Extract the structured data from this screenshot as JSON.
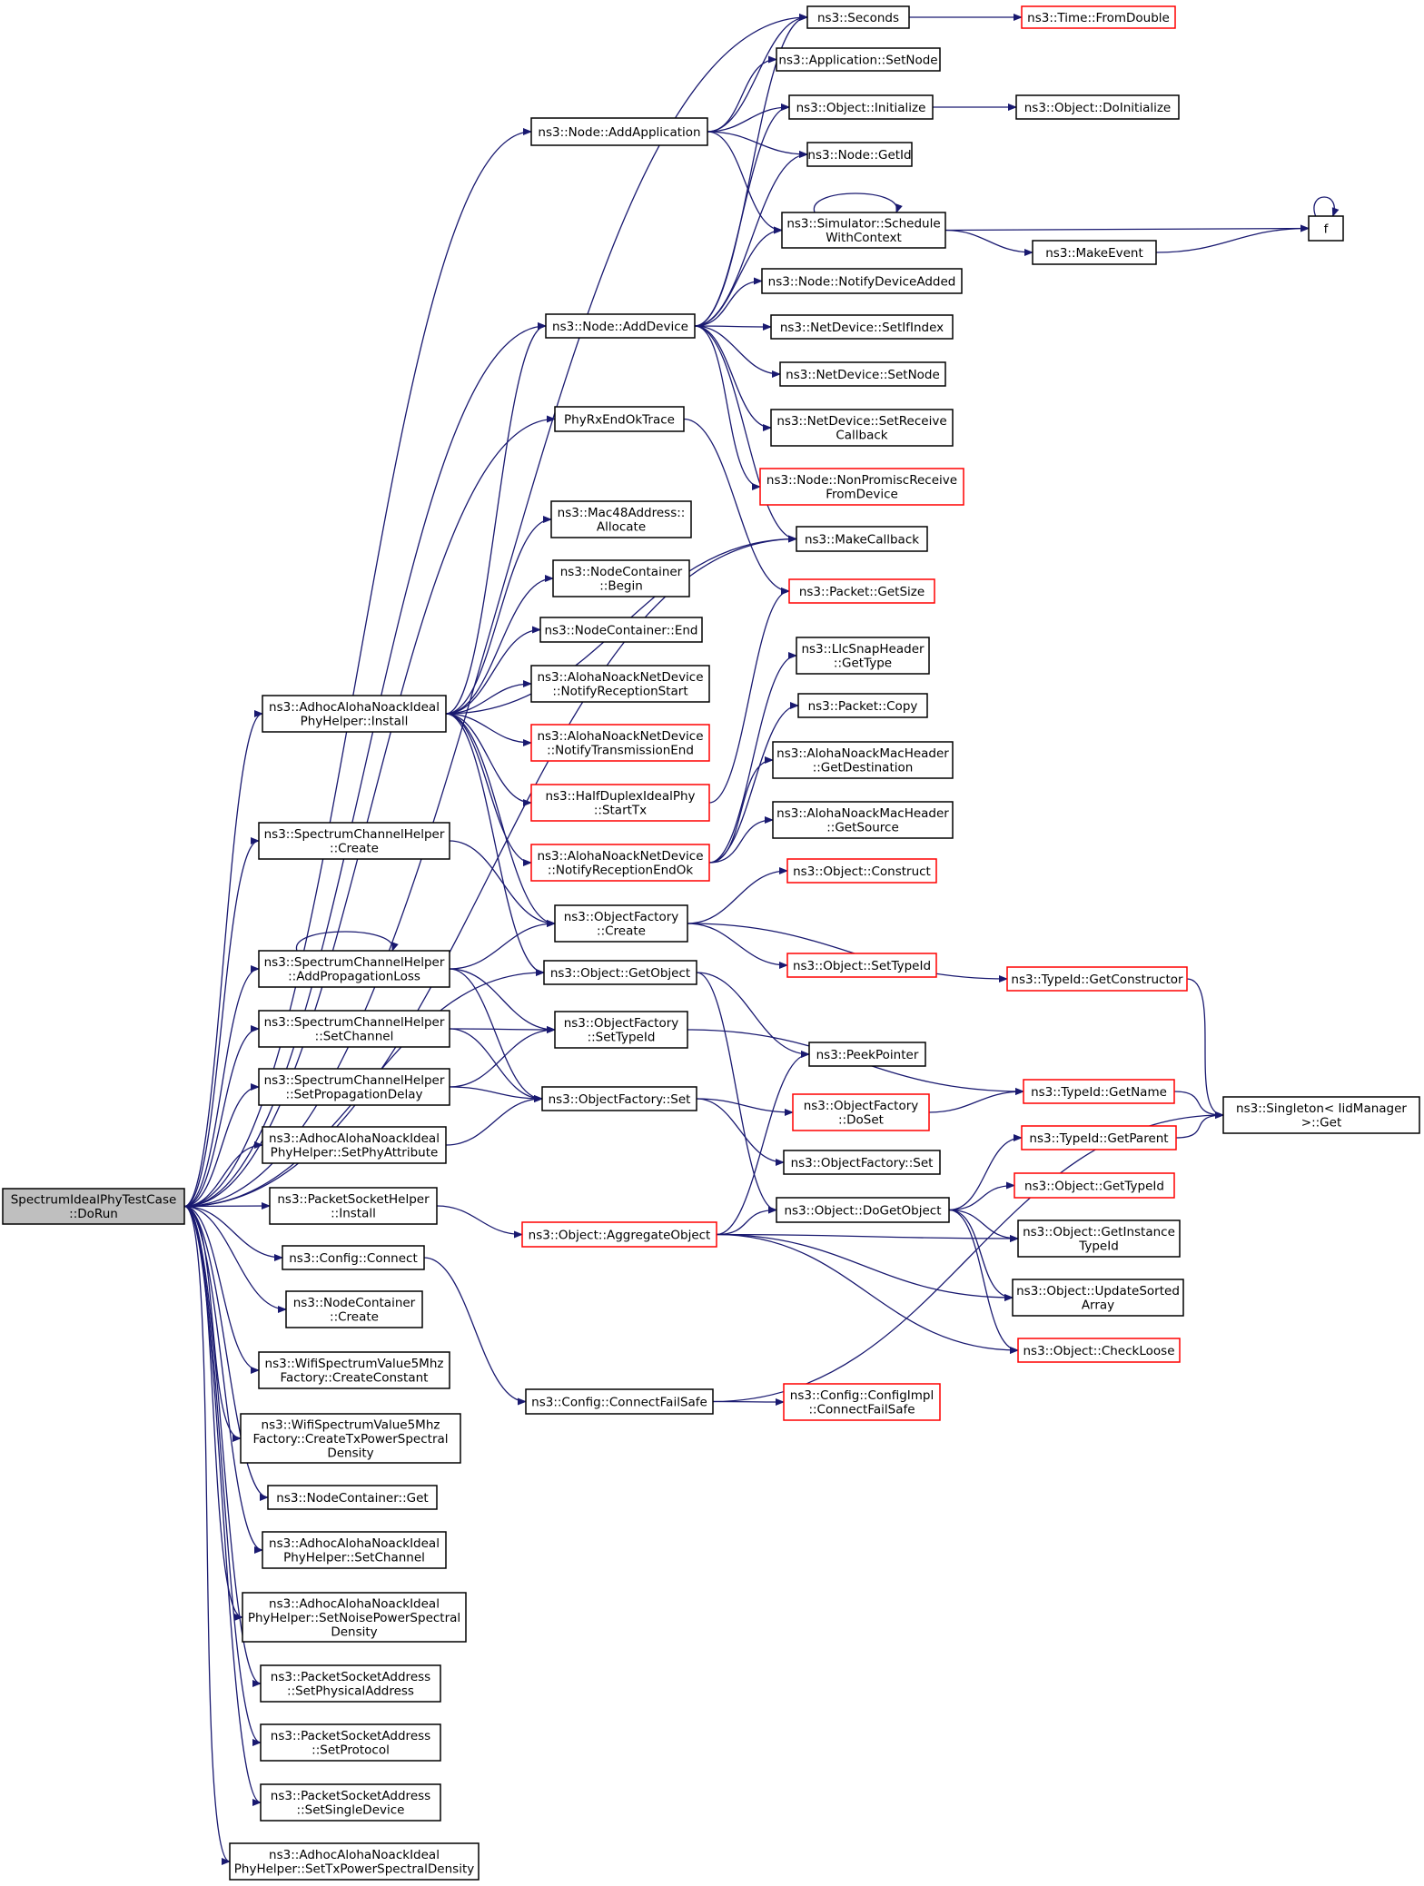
{
  "colors": {
    "edge": "#191970",
    "node_border_default": "#000000",
    "node_border_truncated": "#ff0000",
    "root_fill": "#bfbfbf",
    "node_fill": "#ffffff",
    "text": "#000000"
  },
  "nodes": [
    {
      "id": "root",
      "lines": [
        "SpectrumIdealPhyTestCase",
        "::DoRun"
      ],
      "style": "root"
    },
    {
      "id": "seconds",
      "lines": [
        "ns3::Seconds"
      ],
      "style": "normal"
    },
    {
      "id": "time_fromdouble",
      "lines": [
        "ns3::Time::FromDouble"
      ],
      "style": "truncated"
    },
    {
      "id": "app_setnode",
      "lines": [
        "ns3::Application::SetNode"
      ],
      "style": "normal"
    },
    {
      "id": "node_addapp",
      "lines": [
        "ns3::Node::AddApplication"
      ],
      "style": "normal"
    },
    {
      "id": "obj_initialize",
      "lines": [
        "ns3::Object::Initialize"
      ],
      "style": "normal"
    },
    {
      "id": "obj_doinit",
      "lines": [
        "ns3::Object::DoInitialize"
      ],
      "style": "normal"
    },
    {
      "id": "node_getid",
      "lines": [
        "ns3::Node::GetId"
      ],
      "style": "normal"
    },
    {
      "id": "sim_schedule",
      "lines": [
        "ns3::Simulator::Schedule",
        "WithContext"
      ],
      "style": "normal"
    },
    {
      "id": "f",
      "lines": [
        "f"
      ],
      "style": "normal"
    },
    {
      "id": "makeevent",
      "lines": [
        "ns3::MakeEvent"
      ],
      "style": "normal"
    },
    {
      "id": "node_notifydev",
      "lines": [
        "ns3::Node::NotifyDeviceAdded"
      ],
      "style": "normal"
    },
    {
      "id": "node_adddevice",
      "lines": [
        "ns3::Node::AddDevice"
      ],
      "style": "normal"
    },
    {
      "id": "nd_setifindex",
      "lines": [
        "ns3::NetDevice::SetIfIndex"
      ],
      "style": "normal"
    },
    {
      "id": "nd_setnode",
      "lines": [
        "ns3::NetDevice::SetNode"
      ],
      "style": "normal"
    },
    {
      "id": "phyrx_trace",
      "lines": [
        "PhyRxEndOkTrace"
      ],
      "style": "normal"
    },
    {
      "id": "nd_setrecv",
      "lines": [
        "ns3::NetDevice::SetReceive",
        "Callback"
      ],
      "style": "normal"
    },
    {
      "id": "node_nonpromisc",
      "lines": [
        "ns3::Node::NonPromiscReceive",
        "FromDevice"
      ],
      "style": "truncated"
    },
    {
      "id": "mac48_alloc",
      "lines": [
        "ns3::Mac48Address::",
        "Allocate"
      ],
      "style": "normal"
    },
    {
      "id": "makecallback",
      "lines": [
        "ns3::MakeCallback"
      ],
      "style": "normal"
    },
    {
      "id": "nc_begin",
      "lines": [
        "ns3::NodeContainer",
        "::Begin"
      ],
      "style": "normal"
    },
    {
      "id": "pkt_getsize",
      "lines": [
        "ns3::Packet::GetSize"
      ],
      "style": "truncated"
    },
    {
      "id": "nc_end",
      "lines": [
        "ns3::NodeContainer::End"
      ],
      "style": "normal"
    },
    {
      "id": "llc_gettype",
      "lines": [
        "ns3::LlcSnapHeader",
        "::GetType"
      ],
      "style": "normal"
    },
    {
      "id": "aloha_install",
      "lines": [
        "ns3::AdhocAlohaNoackIdeal",
        "PhyHelper::Install"
      ],
      "style": "normal"
    },
    {
      "id": "and_rxstart",
      "lines": [
        "ns3::AlohaNoackNetDevice",
        "::NotifyReceptionStart"
      ],
      "style": "normal"
    },
    {
      "id": "pkt_copy",
      "lines": [
        "ns3::Packet::Copy"
      ],
      "style": "normal"
    },
    {
      "id": "and_txend",
      "lines": [
        "ns3::AlohaNoackNetDevice",
        "::NotifyTransmissionEnd"
      ],
      "style": "truncated"
    },
    {
      "id": "mac_getdest",
      "lines": [
        "ns3::AlohaNoackMacHeader",
        "::GetDestination"
      ],
      "style": "normal"
    },
    {
      "id": "hd_starttx",
      "lines": [
        "ns3::HalfDuplexIdealPhy",
        "::StartTx"
      ],
      "style": "truncated"
    },
    {
      "id": "mac_getsrc",
      "lines": [
        "ns3::AlohaNoackMacHeader",
        "::GetSource"
      ],
      "style": "normal"
    },
    {
      "id": "sch_create",
      "lines": [
        "ns3::SpectrumChannelHelper",
        "::Create"
      ],
      "style": "normal"
    },
    {
      "id": "and_rxendok",
      "lines": [
        "ns3::AlohaNoackNetDevice",
        "::NotifyReceptionEndOk"
      ],
      "style": "truncated"
    },
    {
      "id": "obj_construct",
      "lines": [
        "ns3::Object::Construct"
      ],
      "style": "truncated"
    },
    {
      "id": "of_create",
      "lines": [
        "ns3::ObjectFactory",
        "::Create"
      ],
      "style": "normal"
    },
    {
      "id": "sch_addprop",
      "lines": [
        "ns3::SpectrumChannelHelper",
        "::AddPropagationLoss"
      ],
      "style": "normal"
    },
    {
      "id": "obj_settypeid",
      "lines": [
        "ns3::Object::SetTypeId"
      ],
      "style": "truncated"
    },
    {
      "id": "obj_getobject",
      "lines": [
        "ns3::Object::GetObject"
      ],
      "style": "normal"
    },
    {
      "id": "tid_getctor",
      "lines": [
        "ns3::TypeId::GetConstructor"
      ],
      "style": "truncated"
    },
    {
      "id": "sch_setchannel",
      "lines": [
        "ns3::SpectrumChannelHelper",
        "::SetChannel"
      ],
      "style": "normal"
    },
    {
      "id": "of_settypeid",
      "lines": [
        "ns3::ObjectFactory",
        "::SetTypeId"
      ],
      "style": "normal"
    },
    {
      "id": "peekpointer",
      "lines": [
        "ns3::PeekPointer"
      ],
      "style": "normal"
    },
    {
      "id": "sch_setpropdelay",
      "lines": [
        "ns3::SpectrumChannelHelper",
        "::SetPropagationDelay"
      ],
      "style": "normal"
    },
    {
      "id": "of_set",
      "lines": [
        "ns3::ObjectFactory::Set"
      ],
      "style": "normal"
    },
    {
      "id": "of_doset",
      "lines": [
        "ns3::ObjectFactory",
        "::DoSet"
      ],
      "style": "truncated"
    },
    {
      "id": "tid_getname",
      "lines": [
        "ns3::TypeId::GetName"
      ],
      "style": "truncated"
    },
    {
      "id": "singleton_get",
      "lines": [
        "ns3::Singleton< IidManager",
        ">::Get"
      ],
      "style": "normal"
    },
    {
      "id": "aloha_setphyattr",
      "lines": [
        "ns3::AdhocAlohaNoackIdeal",
        "PhyHelper::SetPhyAttribute"
      ],
      "style": "normal"
    },
    {
      "id": "of_set2",
      "lines": [
        "ns3::ObjectFactory::Set"
      ],
      "style": "normal"
    },
    {
      "id": "tid_getparent",
      "lines": [
        "ns3::TypeId::GetParent"
      ],
      "style": "truncated"
    },
    {
      "id": "psh_install",
      "lines": [
        "ns3::PacketSocketHelper",
        "::Install"
      ],
      "style": "normal"
    },
    {
      "id": "obj_dogetobject",
      "lines": [
        "ns3::Object::DoGetObject"
      ],
      "style": "normal"
    },
    {
      "id": "obj_gettypeid",
      "lines": [
        "ns3::Object::GetTypeId"
      ],
      "style": "truncated"
    },
    {
      "id": "obj_aggregate",
      "lines": [
        "ns3::Object::AggregateObject"
      ],
      "style": "truncated"
    },
    {
      "id": "obj_getinsttid",
      "lines": [
        "ns3::Object::GetInstance",
        "TypeId"
      ],
      "style": "normal"
    },
    {
      "id": "cfg_connect",
      "lines": [
        "ns3::Config::Connect"
      ],
      "style": "normal"
    },
    {
      "id": "obj_updsorted",
      "lines": [
        "ns3::Object::UpdateSorted",
        "Array"
      ],
      "style": "normal"
    },
    {
      "id": "nc_create",
      "lines": [
        "ns3::NodeContainer",
        "::Create"
      ],
      "style": "normal"
    },
    {
      "id": "obj_checkloose",
      "lines": [
        "ns3::Object::CheckLoose"
      ],
      "style": "truncated"
    },
    {
      "id": "wsv_createconst",
      "lines": [
        "ns3::WifiSpectrumValue5Mhz",
        "Factory::CreateConstant"
      ],
      "style": "normal"
    },
    {
      "id": "cfg_connectfs",
      "lines": [
        "ns3::Config::ConnectFailSafe"
      ],
      "style": "normal"
    },
    {
      "id": "cfgimpl_connectfs",
      "lines": [
        "ns3::Config::ConfigImpl",
        "::ConnectFailSafe"
      ],
      "style": "truncated"
    },
    {
      "id": "wsv_createtx",
      "lines": [
        "ns3::WifiSpectrumValue5Mhz",
        "Factory::CreateTxPowerSpectral",
        "Density"
      ],
      "style": "normal"
    },
    {
      "id": "nc_get",
      "lines": [
        "ns3::NodeContainer::Get"
      ],
      "style": "normal"
    },
    {
      "id": "aloha_setchannel",
      "lines": [
        "ns3::AdhocAlohaNoackIdeal",
        "PhyHelper::SetChannel"
      ],
      "style": "normal"
    },
    {
      "id": "aloha_setnoise",
      "lines": [
        "ns3::AdhocAlohaNoackIdeal",
        "PhyHelper::SetNoisePowerSpectral",
        "Density"
      ],
      "style": "normal"
    },
    {
      "id": "psa_setphys",
      "lines": [
        "ns3::PacketSocketAddress",
        "::SetPhysicalAddress"
      ],
      "style": "normal"
    },
    {
      "id": "psa_setproto",
      "lines": [
        "ns3::PacketSocketAddress",
        "::SetProtocol"
      ],
      "style": "normal"
    },
    {
      "id": "psa_setsingle",
      "lines": [
        "ns3::PacketSocketAddress",
        "::SetSingleDevice"
      ],
      "style": "normal"
    },
    {
      "id": "aloha_settxpsd",
      "lines": [
        "ns3::AdhocAlohaNoackIdeal",
        "PhyHelper::SetTxPowerSpectralDensity"
      ],
      "style": "normal"
    }
  ],
  "edges": [
    [
      "root",
      "seconds"
    ],
    [
      "root",
      "node_addapp"
    ],
    [
      "root",
      "node_adddevice"
    ],
    [
      "root",
      "phyrx_trace"
    ],
    [
      "root",
      "makecallback"
    ],
    [
      "root",
      "aloha_install"
    ],
    [
      "root",
      "sch_create"
    ],
    [
      "root",
      "obj_getobject"
    ],
    [
      "root",
      "sch_addprop"
    ],
    [
      "root",
      "sch_setchannel"
    ],
    [
      "root",
      "sch_setpropdelay"
    ],
    [
      "root",
      "aloha_setphyattr"
    ],
    [
      "root",
      "psh_install"
    ],
    [
      "root",
      "cfg_connect"
    ],
    [
      "root",
      "nc_create"
    ],
    [
      "root",
      "wsv_createconst"
    ],
    [
      "root",
      "wsv_createtx"
    ],
    [
      "root",
      "nc_get"
    ],
    [
      "root",
      "aloha_setchannel"
    ],
    [
      "root",
      "aloha_setnoise"
    ],
    [
      "root",
      "psa_setphys"
    ],
    [
      "root",
      "psa_setproto"
    ],
    [
      "root",
      "psa_setsingle"
    ],
    [
      "root",
      "aloha_settxpsd"
    ],
    [
      "seconds",
      "time_fromdouble"
    ],
    [
      "node_addapp",
      "seconds"
    ],
    [
      "node_addapp",
      "app_setnode"
    ],
    [
      "node_addapp",
      "obj_initialize"
    ],
    [
      "node_addapp",
      "node_getid"
    ],
    [
      "node_addapp",
      "sim_schedule"
    ],
    [
      "obj_initialize",
      "obj_doinit"
    ],
    [
      "sim_schedule",
      "sim_schedule"
    ],
    [
      "sim_schedule",
      "f"
    ],
    [
      "sim_schedule",
      "makeevent"
    ],
    [
      "makeevent",
      "f"
    ],
    [
      "f",
      "f"
    ],
    [
      "node_adddevice",
      "seconds"
    ],
    [
      "node_adddevice",
      "obj_initialize"
    ],
    [
      "node_adddevice",
      "node_getid"
    ],
    [
      "node_adddevice",
      "sim_schedule"
    ],
    [
      "node_adddevice",
      "node_notifydev"
    ],
    [
      "node_adddevice",
      "nd_setifindex"
    ],
    [
      "node_adddevice",
      "nd_setnode"
    ],
    [
      "node_adddevice",
      "nd_setrecv"
    ],
    [
      "node_adddevice",
      "node_nonpromisc"
    ],
    [
      "node_adddevice",
      "makecallback"
    ],
    [
      "phyrx_trace",
      "pkt_getsize"
    ],
    [
      "aloha_install",
      "node_adddevice"
    ],
    [
      "aloha_install",
      "makecallback"
    ],
    [
      "aloha_install",
      "mac48_alloc"
    ],
    [
      "aloha_install",
      "nc_begin"
    ],
    [
      "aloha_install",
      "nc_end"
    ],
    [
      "aloha_install",
      "and_rxstart"
    ],
    [
      "aloha_install",
      "and_txend"
    ],
    [
      "aloha_install",
      "hd_starttx"
    ],
    [
      "aloha_install",
      "and_rxendok"
    ],
    [
      "aloha_install",
      "of_create"
    ],
    [
      "aloha_install",
      "obj_getobject"
    ],
    [
      "hd_starttx",
      "pkt_getsize"
    ],
    [
      "and_rxendok",
      "llc_gettype"
    ],
    [
      "and_rxendok",
      "pkt_copy"
    ],
    [
      "and_rxendok",
      "mac_getdest"
    ],
    [
      "and_rxendok",
      "mac_getsrc"
    ],
    [
      "sch_create",
      "of_create"
    ],
    [
      "of_create",
      "obj_construct"
    ],
    [
      "of_create",
      "obj_settypeid"
    ],
    [
      "of_create",
      "tid_getctor"
    ],
    [
      "sch_addprop",
      "sch_addprop"
    ],
    [
      "sch_addprop",
      "of_create"
    ],
    [
      "sch_addprop",
      "of_settypeid"
    ],
    [
      "sch_addprop",
      "of_set"
    ],
    [
      "obj_getobject",
      "peekpointer"
    ],
    [
      "obj_getobject",
      "obj_dogetobject"
    ],
    [
      "tid_getctor",
      "singleton_get"
    ],
    [
      "sch_setchannel",
      "of_settypeid"
    ],
    [
      "sch_setchannel",
      "of_set"
    ],
    [
      "of_settypeid",
      "tid_getname"
    ],
    [
      "sch_setpropdelay",
      "of_settypeid"
    ],
    [
      "sch_setpropdelay",
      "of_set"
    ],
    [
      "of_set",
      "of_doset"
    ],
    [
      "of_set",
      "of_set2"
    ],
    [
      "of_doset",
      "tid_getname"
    ],
    [
      "tid_getname",
      "singleton_get"
    ],
    [
      "tid_getparent",
      "singleton_get"
    ],
    [
      "aloha_setphyattr",
      "of_set"
    ],
    [
      "psh_install",
      "obj_aggregate"
    ],
    [
      "obj_aggregate",
      "peekpointer"
    ],
    [
      "obj_aggregate",
      "obj_dogetobject"
    ],
    [
      "obj_aggregate",
      "obj_getinsttid"
    ],
    [
      "obj_aggregate",
      "obj_updsorted"
    ],
    [
      "obj_aggregate",
      "obj_checkloose"
    ],
    [
      "obj_dogetobject",
      "tid_getparent"
    ],
    [
      "obj_dogetobject",
      "obj_gettypeid"
    ],
    [
      "obj_dogetobject",
      "obj_getinsttid"
    ],
    [
      "obj_dogetobject",
      "obj_updsorted"
    ],
    [
      "obj_dogetobject",
      "obj_checkloose"
    ],
    [
      "cfg_connect",
      "cfg_connectfs"
    ],
    [
      "cfg_connectfs",
      "cfgimpl_connectfs"
    ],
    [
      "cfg_connectfs",
      "singleton_get"
    ]
  ]
}
